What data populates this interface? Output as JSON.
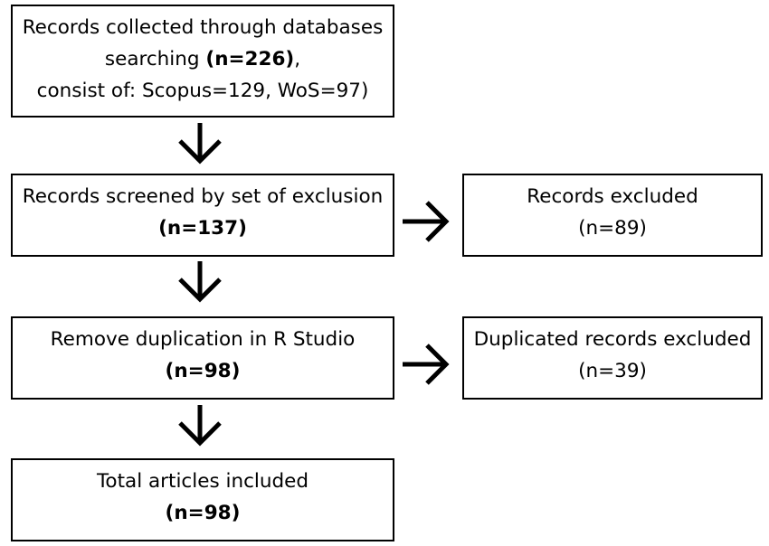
{
  "boxes": {
    "records_collected": {
      "line1": "Records collected through databases",
      "line2_text": "searching ",
      "line2_count": "(n=226)",
      "line2_suffix": ",",
      "line3": "consist of: Scopus=129, WoS=97)"
    },
    "records_screened": {
      "label": "Records screened by set of exclusion",
      "count": "(n=137)"
    },
    "records_excluded": {
      "label": "Records excluded",
      "count": "(n=89)"
    },
    "remove_duplication": {
      "label": "Remove duplication in R Studio",
      "count": "(n=98)"
    },
    "duplicated_excluded": {
      "label": "Duplicated records excluded",
      "count": "(n=39)"
    },
    "total_included": {
      "label": "Total articles included",
      "count": "(n=98)"
    }
  }
}
